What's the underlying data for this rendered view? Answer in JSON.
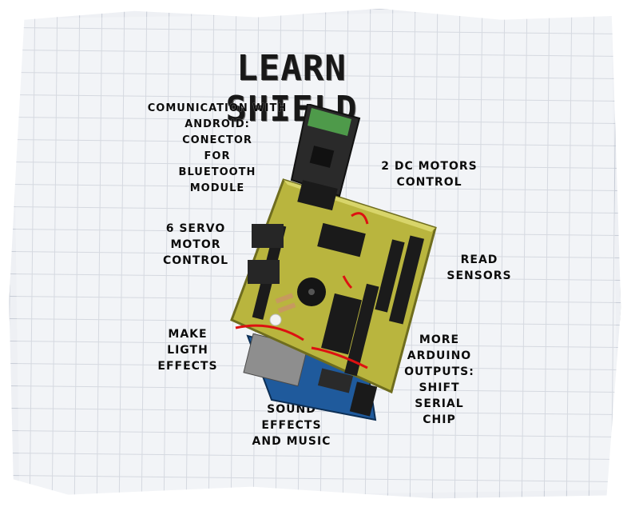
{
  "title": "Learn Shield",
  "labels": {
    "bluetooth": "Comunication with\nAndroid:\nConector\nfor\nBluetooth\nModule",
    "dc_motors": "2 DC motors\ncontrol",
    "servo": "6 servo\nmotor\ncontrol",
    "sensors": "Read\nsensors",
    "light": "Make\nligth\neffects",
    "sound": "Sound\neffects\nand music",
    "outputs": "More\nArduino\noutputs:\nShift\nserial\nchip"
  },
  "colors": {
    "pcb": "#b9b53e",
    "paper_grid": "#c7ccd6",
    "bluetooth_module": "#2a2a2a",
    "arduino_board": "#1f5a9c"
  }
}
